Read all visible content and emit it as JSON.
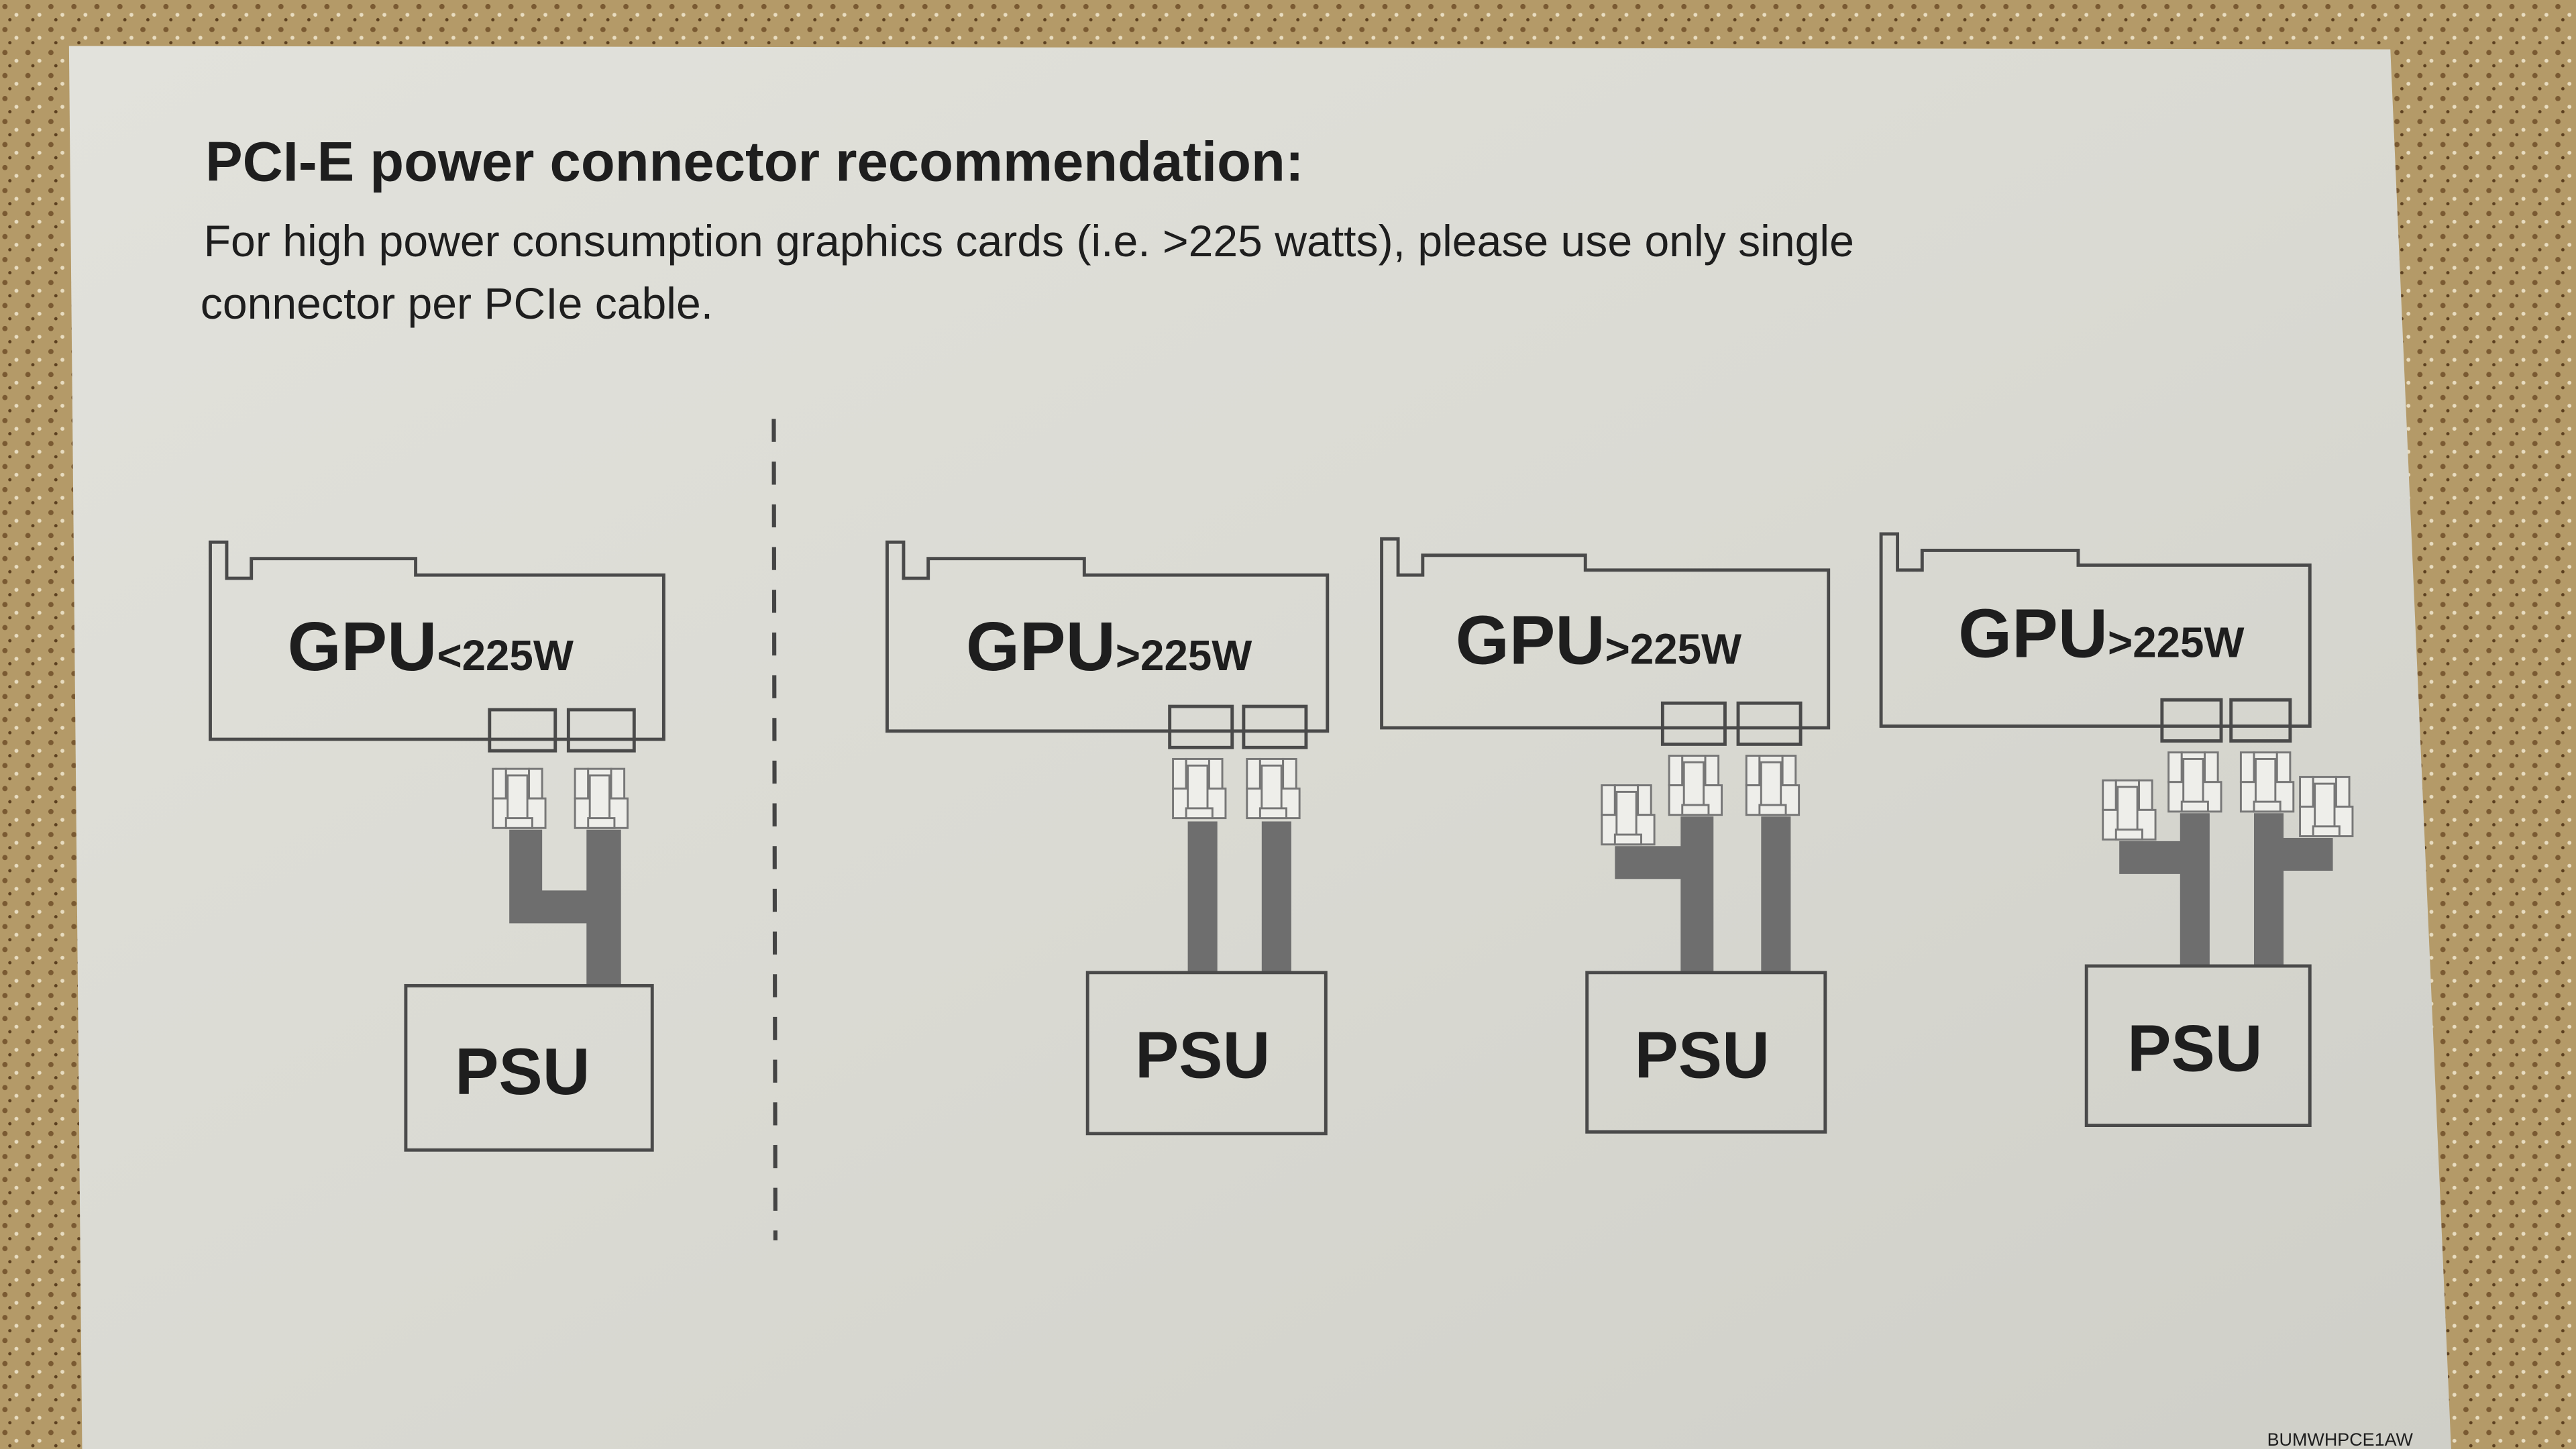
{
  "title": "PCI-E power connector recommendation:",
  "description_line1": "For high power consumption graphics cards (i.e. >225 watts), please use only single",
  "description_line2": "connector per PCIe cable.",
  "diagrams": [
    {
      "gpu": "GPU",
      "wattage": "<225W",
      "psu": "PSU"
    },
    {
      "gpu": "GPU",
      "wattage": ">225W",
      "psu": "PSU"
    },
    {
      "gpu": "GPU",
      "wattage": ">225W",
      "psu": "PSU"
    },
    {
      "gpu": "GPU",
      "wattage": ">225W",
      "psu": "PSU"
    }
  ],
  "footer_code": "BUMWHPCE1AW",
  "colors": {
    "paper": "#dcdcd6",
    "ink": "#1e1e1e",
    "cable": "#6e6e6e",
    "background": "#a08a5e"
  }
}
